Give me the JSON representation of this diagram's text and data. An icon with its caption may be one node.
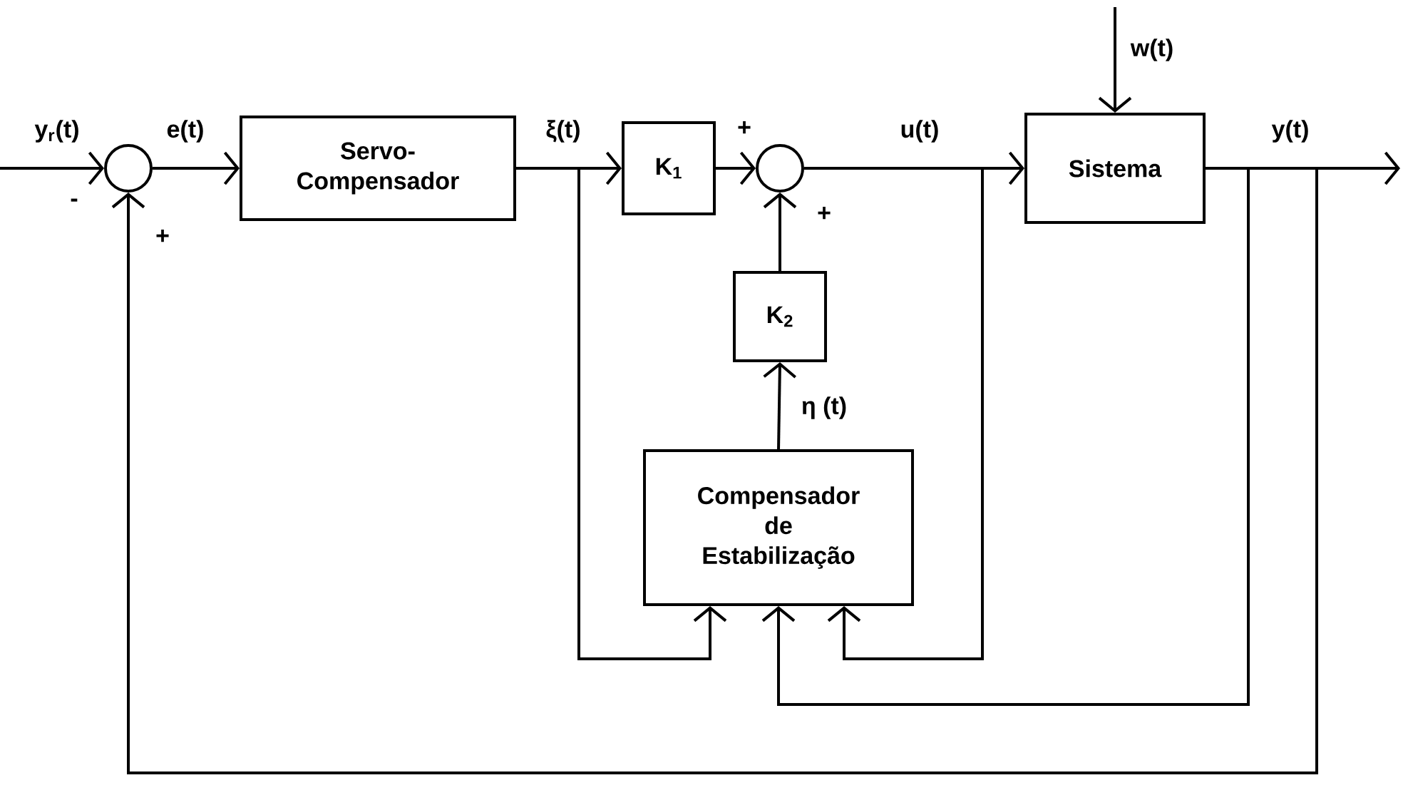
{
  "diagram": {
    "nodes": [
      {
        "text": [],
        "shape": "circle"
      },
      {
        "text": [
          "Servo- Compensador"
        ]
      },
      {
        "text": [
          "K$_{1}$"
        ]
      },
      {
        "text": [],
        "shape": "circle"
      },
      {
        "text": [
          "Sistema"
        ]
      },
      {
        "text": [
          "K$_{2}$"
        ]
      },
      {
        "text": [
          "Compensador de Estabilização"
        ]
      }
    ],
    "edges": [
      {
        "from": null,
        "to": 0,
        "arrow": "to",
        "label": "y$_{r}$(t)"
      },
      {
        "from": 0,
        "to": 1,
        "arrow": "to",
        "label": "e(t)"
      },
      {
        "from": 1,
        "to": 2,
        "arrow": "to",
        "label": "ξ(t)"
      },
      {
        "from": 2,
        "to": 3,
        "arrow": "to"
      },
      {
        "from": 3,
        "to": 4,
        "arrow": "to",
        "label": "u(t)"
      },
      {
        "from": null,
        "to": 4,
        "arrow": "to",
        "label": "w(t)"
      },
      {
        "from": 4,
        "to": null,
        "arrow": "to",
        "label": "y(t)"
      },
      {
        "from": 6,
        "to": 5,
        "arrow": "to",
        "label": "η (t)"
      },
      {
        "from": 5,
        "to": 3,
        "arrow": "to"
      },
      {
        "from": 1,
        "to": 6,
        "arrow": "to"
      },
      {
        "from": 3,
        "to": 6,
        "arrow": "to"
      },
      {
        "from": 4,
        "to": 6,
        "arrow": "to"
      },
      {
        "from": 4,
        "to": 0,
        "arrow": "to"
      }
    ],
    "labels": [
      "-",
      "+",
      "+",
      "+"
    ]
  }
}
